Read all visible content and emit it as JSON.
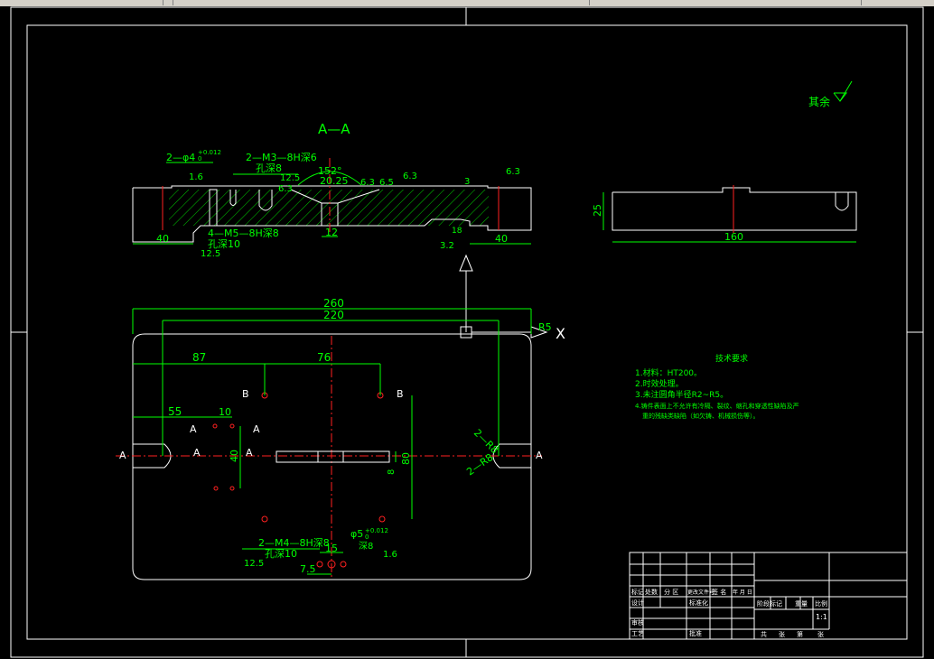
{
  "view_title": "A—A",
  "other_roughness": "其余",
  "section_view": {
    "hole_phi_label": "2—φ4",
    "hole_phi_tol": "+0.012",
    "hole_phi_tol2": "0",
    "roughness_1_6": "1.6",
    "thread_m3_label": "2—M3—8H深6",
    "thread_m3_hole": "孔深8",
    "roughness_12_5": "12.5",
    "roughness_6_3_a": "6.3",
    "angle_label": "152°",
    "dim_20_25": "20.25",
    "roughness_6_3_b": "6.3",
    "dim_6_5": "6.5",
    "roughness_6_3_c": "6.3",
    "dim_3": "3",
    "roughness_6_3_d": "6.3",
    "dim_40_left": "40",
    "thread_m5_label": "4—M5—8H深8",
    "thread_m5_hole": "孔深10",
    "roughness_12_5_b": "12.5",
    "dim_12": "12",
    "dim_18": "18",
    "roughness_3_2": "3.2",
    "dim_40_right": "40"
  },
  "side_view": {
    "dim_25": "25",
    "dim_160": "160"
  },
  "plan_view": {
    "dim_260": "260",
    "dim_220": "220",
    "dim_87": "87",
    "dim_76": "76",
    "dim_55": "55",
    "dim_10": "10",
    "dim_40": "40",
    "dim_80": "80",
    "dim_8": "8",
    "label_b_left": "B",
    "label_b_right": "B",
    "label_a_small_left": "A",
    "label_a_small_right": "A",
    "label_a_mid_left": "A",
    "label_a_mid_right": "A",
    "label_a_end_left": "A",
    "label_a_end_right": "A",
    "r_label_1": "2—R8",
    "r_label_2": "2—R8",
    "r5_label": "R5",
    "x_marker": "X",
    "thread_m4_label": "2—M4—8H深8",
    "thread_m4_hole": "孔深10",
    "roughness_12_5": "12.5",
    "phi5_label": "φ5",
    "phi5_tol": "+0.012",
    "phi5_tol2": "0",
    "phi5_depth": "深8",
    "roughness_1_6": "1.6",
    "dim_15": "15",
    "dim_7_5": "7.5"
  },
  "tech_req": {
    "title": "技术要求",
    "line1": "1.材料：HT200。",
    "line2": "2.时效处理。",
    "line3": "3.未注圆角半径R2~R5。",
    "line4": "4.铸件表面上不允许有冷隔、裂纹、缩孔和穿透性缺陷及严",
    "line5": "重的残缺类缺陷（如欠铸、机械损伤等）。"
  },
  "title_block": {
    "biaoji": "标记",
    "chushu": "处数",
    "fenqu": "分 区",
    "gengai": "更改文件号",
    "qianming": "签 名",
    "riqi": "年 月 日",
    "sheji": "设计",
    "biaozhunhua": "标准化",
    "jieduan": "阶段标记",
    "zhongliang": "重量",
    "bili": "比例",
    "scale": "1:1",
    "shenhe": "审核",
    "gongyi": "工艺",
    "pizhun": "批准",
    "gong": "共",
    "zhang": "张",
    "di": "第",
    "zhang2": "张"
  },
  "colors": {
    "background": "#000000",
    "frame": "#ffffff",
    "dimension": "#00ff00",
    "centerline": "#ff2020",
    "hatch": "#00ff00"
  }
}
